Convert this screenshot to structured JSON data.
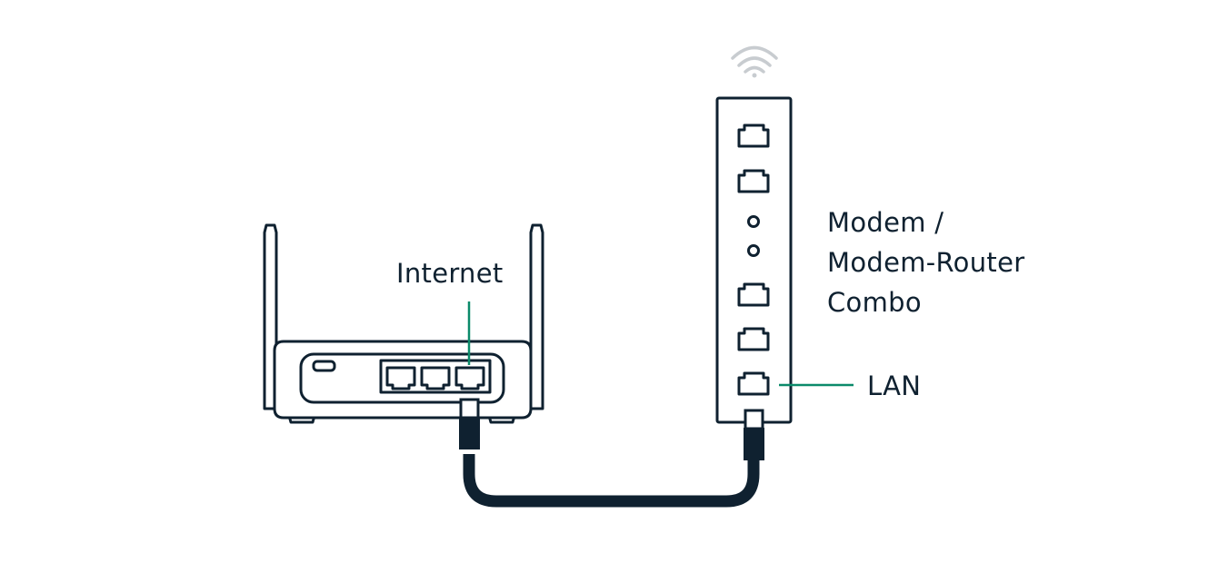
{
  "colors": {
    "outline": "#0f2130",
    "accent": "#0b8a6a",
    "wifi": "#c8ccd0",
    "background": "#ffffff"
  },
  "labels": {
    "internet": "Internet",
    "lan": "LAN",
    "modem_lines": [
      "Modem /",
      "Modem-Router",
      "Combo"
    ]
  },
  "icons": {
    "wifi": "wifi-icon",
    "router": "router-icon",
    "modem": "modem-icon",
    "cable": "ethernet-cable-icon"
  }
}
